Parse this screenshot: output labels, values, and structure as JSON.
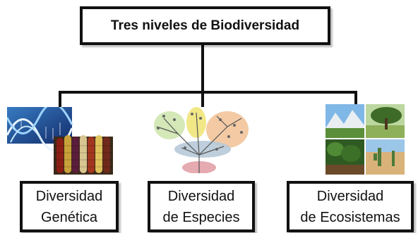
{
  "title": "Tres niveles de Biodiversidad",
  "levels": [
    {
      "line1": "Diversidad",
      "line2": "Genética",
      "image": "dna-and-corn-image"
    },
    {
      "line1": "Diversidad",
      "line2": "de Especies",
      "image": "phylogenetic-tree-image"
    },
    {
      "line1": "Diversidad",
      "line2": "de Ecosistemas",
      "image": "ecosystems-collage-image"
    }
  ],
  "colors": {
    "border": "#111111",
    "connector": "#111111",
    "background": "#ffffff"
  }
}
